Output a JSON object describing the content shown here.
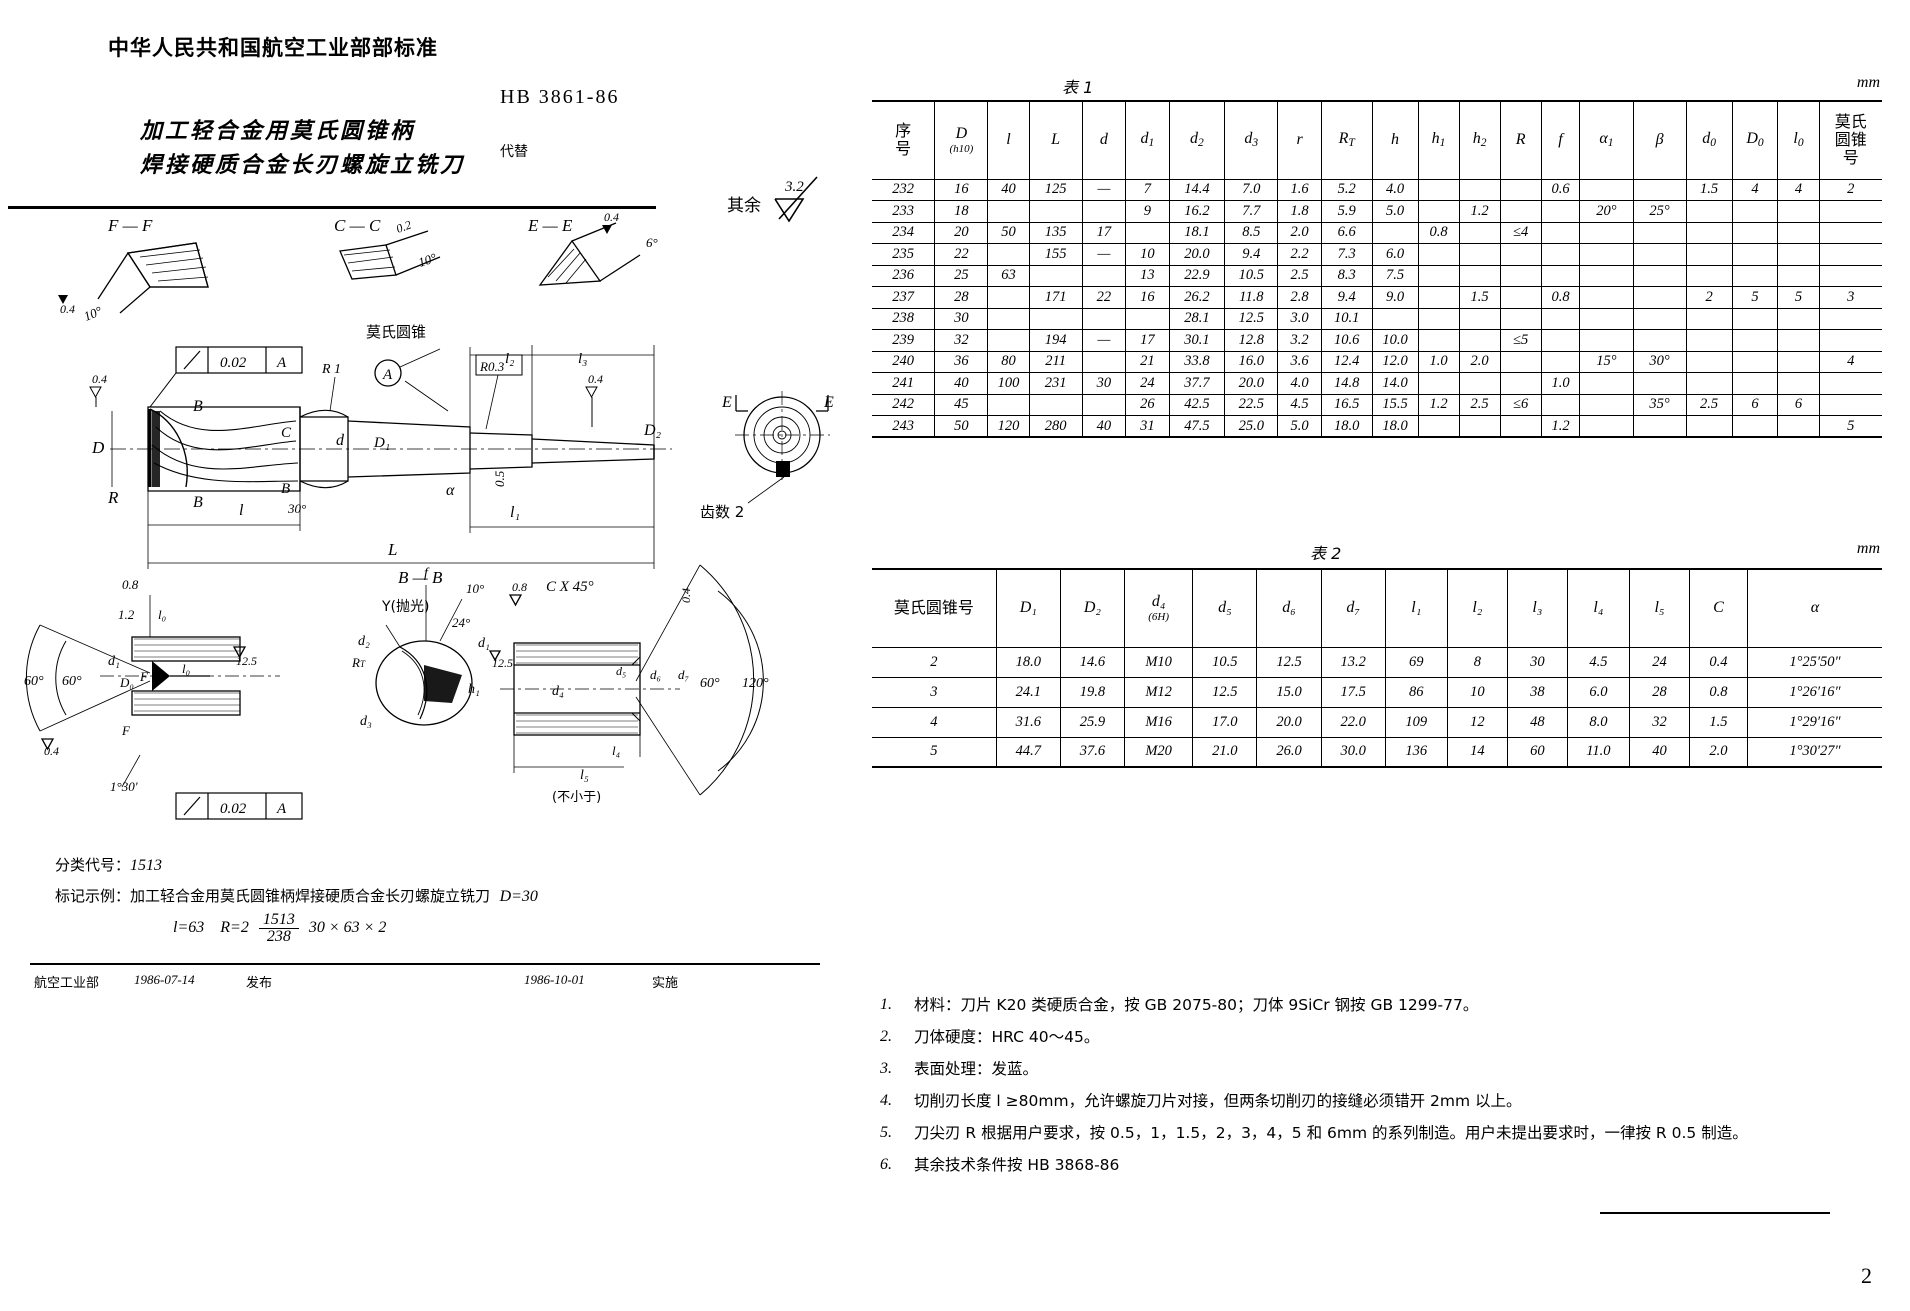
{
  "header": {
    "ministry": "中华人民共和国航空工业部部标准",
    "title_line1": "加工轻合金用莫氏圆锥柄",
    "title_line2": "焊接硬质合金长刃螺旋立铣刀",
    "standard_no": "HB 3861-86",
    "replaces_label": "代替"
  },
  "roughness": {
    "label": "其余",
    "value": "3.2"
  },
  "drawing": {
    "section_ff": "F—F",
    "section_cc": "C—C",
    "section_ee": "E—E",
    "section_bb": "B—B",
    "morse_taper_label": "莫氏圆锥",
    "teeth_label": "齿数 2",
    "polish_label": "Y(抛光)",
    "not_less_than": "(不小于)",
    "datum_letter": "A",
    "tol_value": "0.02",
    "angles": [
      "10°",
      "6°",
      "10°",
      "24°",
      "10°",
      "30°",
      "60°",
      "60°",
      "60°",
      "120°",
      "1°30'",
      "45°"
    ],
    "dims": [
      "0.4",
      "0.4",
      "0.2",
      "0.4",
      "0.4",
      "0.8",
      "1.2",
      "0.8",
      "0.8",
      "12.5",
      "12.5",
      "R 1",
      "R 0.3",
      "R",
      "Rᴛ",
      "C X 45°"
    ],
    "letters": [
      "D",
      "D₁",
      "D₂",
      "d",
      "d₁",
      "d₂",
      "d₃",
      "d₄",
      "d₅",
      "d₆",
      "d₇",
      "h",
      "h₁",
      "f",
      "l",
      "l₁",
      "l₂",
      "l₃",
      "l₄",
      "l₅",
      "L",
      "α",
      "B",
      "C",
      "E",
      "E",
      "F",
      "F"
    ]
  },
  "classification": {
    "code_label": "分类代号：",
    "code_value": "1513",
    "example_label": "标记示例：",
    "example_text": "加工轻合金用莫氏圆锥柄焊接硬质合金长刃螺旋立铣刀",
    "example_d": "D=30",
    "line2_l": "l=63",
    "line2_r": "R=2",
    "frac_num": "1513",
    "frac_den": "238",
    "line2_tail": "30 × 63 × 2"
  },
  "footer": {
    "issuer": "航空工业部",
    "issue_date": "1986-07-14",
    "publish": "发布",
    "impl_date": "1986-10-01",
    "implement": "实施"
  },
  "page_number": "2",
  "table1": {
    "caption": "表 1",
    "unit": "mm",
    "headers": [
      {
        "text": "序\n号",
        "cn": true
      },
      {
        "text": "D",
        "sub": "(h10)"
      },
      {
        "text": "l"
      },
      {
        "text": "L"
      },
      {
        "text": "d"
      },
      {
        "text": "d",
        "idx": "1"
      },
      {
        "text": "d",
        "idx": "2"
      },
      {
        "text": "d",
        "idx": "3"
      },
      {
        "text": "r"
      },
      {
        "text": "R",
        "idx": "T"
      },
      {
        "text": "h"
      },
      {
        "text": "h",
        "idx": "1"
      },
      {
        "text": "h",
        "idx": "2"
      },
      {
        "text": "R"
      },
      {
        "text": "f"
      },
      {
        "text": "α",
        "idx": "1"
      },
      {
        "text": "β"
      },
      {
        "text": "d",
        "idx": "0"
      },
      {
        "text": "D",
        "idx": "0"
      },
      {
        "text": "l",
        "idx": "0"
      },
      {
        "text": "莫氏\n圆锥\n号",
        "cn": true
      }
    ],
    "rows": [
      {
        "no": "232",
        "D": "16",
        "l": "40",
        "L": "125",
        "d": "—",
        "d1": "7",
        "d2": "14.4",
        "d3": "7.0",
        "r": "1.6",
        "RT": "5.2",
        "h": "4.0",
        "h1": "",
        "h2": "",
        "R": "",
        "f": "0.6",
        "a1": "",
        "B": "",
        "d0": "1.5",
        "D0": "4",
        "l0": "4",
        "mt": "2"
      },
      {
        "no": "233",
        "D": "18",
        "l": "",
        "L": "",
        "d": "",
        "d1": "9",
        "d2": "16.2",
        "d3": "7.7",
        "r": "1.8",
        "RT": "5.9",
        "h": "5.0",
        "h1": "",
        "h2": "1.2",
        "R": "",
        "f": "",
        "a1": "20°",
        "B": "25°",
        "d0": "",
        "D0": "",
        "l0": "",
        "mt": ""
      },
      {
        "no": "234",
        "D": "20",
        "l": "50",
        "L": "135",
        "d": "17",
        "d1": "",
        "d2": "18.1",
        "d3": "8.5",
        "r": "2.0",
        "RT": "6.6",
        "h": "",
        "h1": "0.8",
        "h2": "",
        "R": "≤4",
        "f": "",
        "a1": "",
        "B": "",
        "d0": "",
        "D0": "",
        "l0": "",
        "mt": ""
      },
      {
        "no": "235",
        "D": "22",
        "l": "",
        "L": "155",
        "d": "—",
        "d1": "10",
        "d2": "20.0",
        "d3": "9.4",
        "r": "2.2",
        "RT": "7.3",
        "h": "6.0",
        "h1": "",
        "h2": "",
        "R": "",
        "f": "",
        "a1": "",
        "B": "",
        "d0": "",
        "D0": "",
        "l0": "",
        "mt": ""
      },
      {
        "no": "236",
        "D": "25",
        "l": "63",
        "L": "",
        "d": "",
        "d1": "13",
        "d2": "22.9",
        "d3": "10.5",
        "r": "2.5",
        "RT": "8.3",
        "h": "7.5",
        "h1": "",
        "h2": "",
        "R": "",
        "f": "",
        "a1": "",
        "B": "",
        "d0": "",
        "D0": "",
        "l0": "",
        "mt": ""
      },
      {
        "no": "237",
        "D": "28",
        "l": "",
        "L": "171",
        "d": "22",
        "d1": "16",
        "d2": "26.2",
        "d3": "11.8",
        "r": "2.8",
        "RT": "9.4",
        "h": "9.0",
        "h1": "",
        "h2": "1.5",
        "R": "",
        "f": "0.8",
        "a1": "",
        "B": "",
        "d0": "2",
        "D0": "5",
        "l0": "5",
        "mt": "3"
      },
      {
        "no": "238",
        "D": "30",
        "l": "",
        "L": "",
        "d": "",
        "d1": "",
        "d2": "28.1",
        "d3": "12.5",
        "r": "3.0",
        "RT": "10.1",
        "h": "",
        "h1": "",
        "h2": "",
        "R": "",
        "f": "",
        "a1": "",
        "B": "",
        "d0": "",
        "D0": "",
        "l0": "",
        "mt": ""
      },
      {
        "no": "239",
        "D": "32",
        "l": "",
        "L": "194",
        "d": "—",
        "d1": "17",
        "d2": "30.1",
        "d3": "12.8",
        "r": "3.2",
        "RT": "10.6",
        "h": "10.0",
        "h1": "",
        "h2": "",
        "R": "≤5",
        "f": "",
        "a1": "",
        "B": "",
        "d0": "",
        "D0": "",
        "l0": "",
        "mt": ""
      },
      {
        "no": "240",
        "D": "36",
        "l": "80",
        "L": "211",
        "d": "",
        "d1": "21",
        "d2": "33.8",
        "d3": "16.0",
        "r": "3.6",
        "RT": "12.4",
        "h": "12.0",
        "h1": "1.0",
        "h2": "2.0",
        "R": "",
        "f": "",
        "a1": "15°",
        "B": "30°",
        "d0": "",
        "D0": "",
        "l0": "",
        "mt": "4"
      },
      {
        "no": "241",
        "D": "40",
        "l": "100",
        "L": "231",
        "d": "30",
        "d1": "24",
        "d2": "37.7",
        "d3": "20.0",
        "r": "4.0",
        "RT": "14.8",
        "h": "14.0",
        "h1": "",
        "h2": "",
        "R": "",
        "f": "1.0",
        "a1": "",
        "B": "",
        "d0": "",
        "D0": "",
        "l0": "",
        "mt": ""
      },
      {
        "no": "242",
        "D": "45",
        "l": "",
        "L": "",
        "d": "",
        "d1": "26",
        "d2": "42.5",
        "d3": "22.5",
        "r": "4.5",
        "RT": "16.5",
        "h": "15.5",
        "h1": "1.2",
        "h2": "2.5",
        "R": "≤6",
        "f": "",
        "a1": "",
        "B": "35°",
        "d0": "2.5",
        "D0": "6",
        "l0": "6",
        "mt": ""
      },
      {
        "no": "243",
        "D": "50",
        "l": "120",
        "L": "280",
        "d": "40",
        "d1": "31",
        "d2": "47.5",
        "d3": "25.0",
        "r": "5.0",
        "RT": "18.0",
        "h": "18.0",
        "h1": "",
        "h2": "",
        "R": "",
        "f": "1.2",
        "a1": "",
        "B": "",
        "d0": "",
        "D0": "",
        "l0": "",
        "mt": "5"
      }
    ]
  },
  "table2": {
    "caption": "表 2",
    "unit": "mm",
    "headers": [
      "莫氏圆锥号",
      "D₁",
      "D₂",
      "d₄\n(6H)",
      "d₅",
      "d₆",
      "d₇",
      "l₁",
      "l₂",
      "l₃",
      "l₄",
      "l₅",
      "C",
      "α"
    ],
    "rows": [
      {
        "mt": "2",
        "D1": "18.0",
        "D2": "14.6",
        "d4": "M10",
        "d5": "10.5",
        "d6": "12.5",
        "d7": "13.2",
        "l1": "69",
        "l2": "8",
        "l3": "30",
        "l4": "4.5",
        "l5": "24",
        "C": "0.4",
        "alpha": "1°25′50″"
      },
      {
        "mt": "3",
        "D1": "24.1",
        "D2": "19.8",
        "d4": "M12",
        "d5": "12.5",
        "d6": "15.0",
        "d7": "17.5",
        "l1": "86",
        "l2": "10",
        "l3": "38",
        "l4": "6.0",
        "l5": "28",
        "C": "0.8",
        "alpha": "1°26′16″"
      },
      {
        "mt": "4",
        "D1": "31.6",
        "D2": "25.9",
        "d4": "M16",
        "d5": "17.0",
        "d6": "20.0",
        "d7": "22.0",
        "l1": "109",
        "l2": "12",
        "l3": "48",
        "l4": "8.0",
        "l5": "32",
        "C": "1.5",
        "alpha": "1°29′16″"
      },
      {
        "mt": "5",
        "D1": "44.7",
        "D2": "37.6",
        "d4": "M20",
        "d5": "21.0",
        "d6": "26.0",
        "d7": "30.0",
        "l1": "136",
        "l2": "14",
        "l3": "60",
        "l4": "11.0",
        "l5": "40",
        "C": "2.0",
        "alpha": "1°30′27″"
      }
    ]
  },
  "notes": [
    {
      "num": "1.",
      "text": "材料：刀片 K20 类硬质合金，按 GB 2075-80；刀体 9SiCr 钢按 GB 1299-77。"
    },
    {
      "num": "2.",
      "text": "刀体硬度：HRC 40～45。"
    },
    {
      "num": "3.",
      "text": "表面处理：发蓝。"
    },
    {
      "num": "4.",
      "text": "切削刃长度 l ≥80mm，允许螺旋刀片对接，但两条切削刃的接缝必须错开 2mm 以上。"
    },
    {
      "num": "5.",
      "text": "刀尖刃 R 根据用户要求，按 0.5，1，1.5，2，3，4，5 和 6mm 的系列制造。用户未提出要求时，一律按 R 0.5 制造。"
    },
    {
      "num": "6.",
      "text": "其余技术条件按 HB 3868-86"
    }
  ]
}
